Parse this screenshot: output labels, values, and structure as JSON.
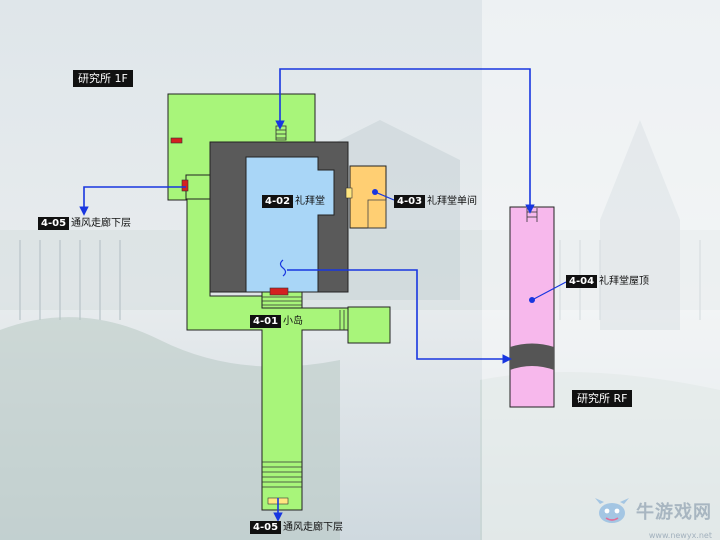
{
  "floors": {
    "first": "研究所 1F",
    "roof": "研究所 RF"
  },
  "locations": [
    {
      "code": "4-05",
      "name": "通风走廊下层"
    },
    {
      "code": "4-02",
      "name": "礼拜堂"
    },
    {
      "code": "4-03",
      "name": "礼拜堂单间"
    },
    {
      "code": "4-04",
      "name": "礼拜堂屋顶"
    },
    {
      "code": "4-01",
      "name": "小岛"
    },
    {
      "code": "4-05",
      "name": "通风走廊下层"
    }
  ],
  "watermark": {
    "text": "牛游戏网",
    "url": "www.newyx.net"
  },
  "colors": {
    "corridor": "#a8f57a",
    "wall": "#5a5a5a",
    "chapel": "#a9d6f7",
    "side_room": "#ffcf73",
    "roof": "#f7b8ec",
    "route": "#1836e0",
    "door": "#d42020"
  }
}
